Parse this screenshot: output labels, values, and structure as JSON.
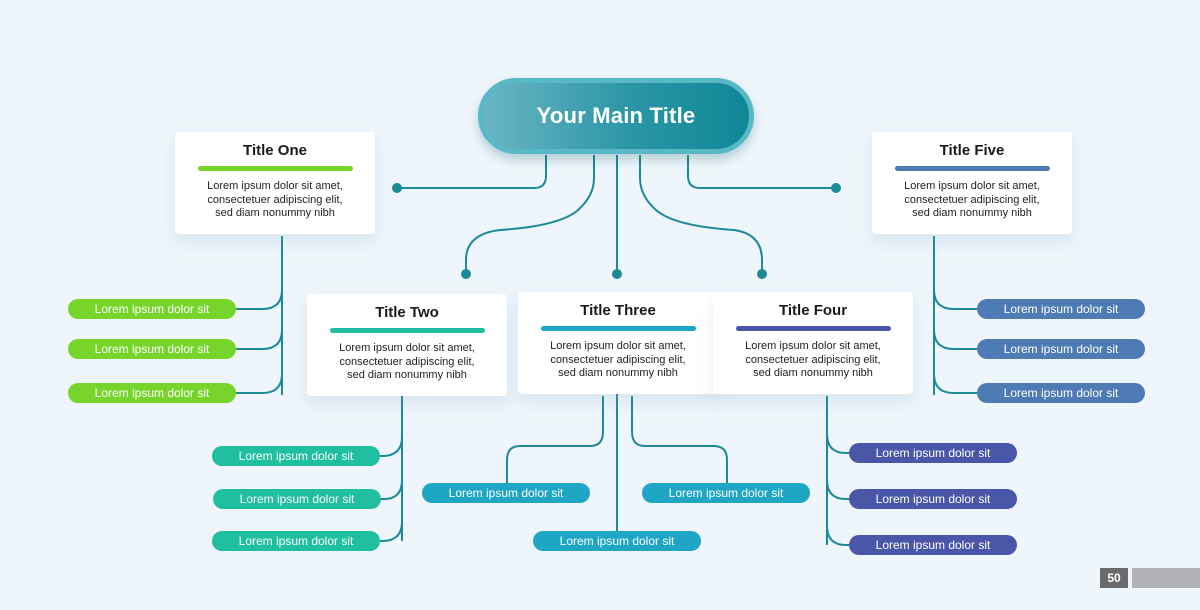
{
  "main_title": "Your Main Title",
  "colors": {
    "connector": "#1d8a9a",
    "branch1": "#77d42a",
    "branch2": "#1fbf9f",
    "branch3": "#1ea6c4",
    "branch4": "#4a56a8",
    "branch5": "#4e7bb4"
  },
  "branches": [
    {
      "title": "Title One",
      "body": [
        "Lorem ipsum dolor sit amet,",
        "consectetuer adipiscing elit,",
        "sed diam nonummy nibh"
      ],
      "color": "#77d42a",
      "items": [
        "Lorem ipsum dolor sit",
        "Lorem ipsum dolor sit",
        "Lorem ipsum dolor sit"
      ]
    },
    {
      "title": "Title Two",
      "body": [
        "Lorem ipsum dolor sit amet,",
        "consectetuer adipiscing elit,",
        "sed diam nonummy nibh"
      ],
      "color": "#1fbf9f",
      "items": [
        "Lorem ipsum dolor sit",
        "Lorem ipsum dolor sit",
        "Lorem ipsum dolor sit"
      ]
    },
    {
      "title": "Title Three",
      "body": [
        "Lorem ipsum dolor sit amet,",
        "consectetuer adipiscing elit,",
        "sed diam nonummy nibh"
      ],
      "color": "#1ea6c4",
      "items": [
        "Lorem ipsum dolor sit",
        "Lorem ipsum dolor sit",
        "Lorem ipsum dolor sit"
      ]
    },
    {
      "title": "Title Four",
      "body": [
        "Lorem ipsum dolor sit amet,",
        "consectetuer adipiscing elit,",
        "sed diam nonummy nibh"
      ],
      "color": "#4a56a8",
      "items": [
        "Lorem ipsum dolor sit",
        "Lorem ipsum dolor sit",
        "Lorem ipsum dolor sit"
      ]
    },
    {
      "title": "Title Five",
      "body": [
        "Lorem ipsum dolor sit amet,",
        "consectetuer adipiscing elit,",
        "sed diam nonummy nibh"
      ],
      "color": "#4e7bb4",
      "items": [
        "Lorem ipsum dolor sit",
        "Lorem ipsum dolor sit",
        "Lorem ipsum dolor sit"
      ]
    }
  ],
  "page_number": "50"
}
